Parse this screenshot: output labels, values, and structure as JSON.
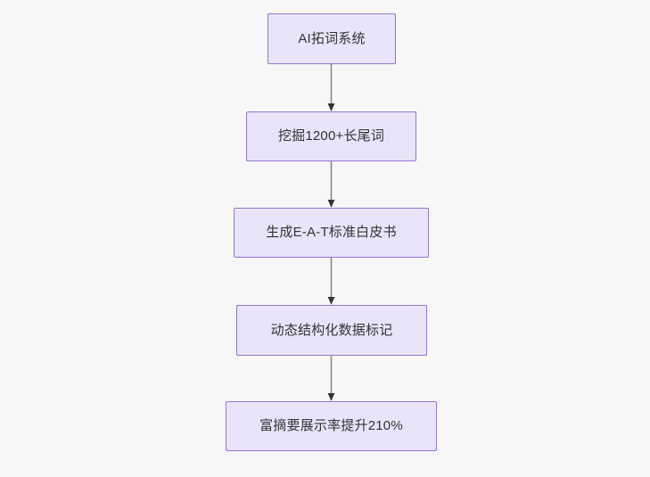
{
  "diagram": {
    "type": "flowchart",
    "direction": "top-to-bottom",
    "background_color": "#f7f7f7",
    "node_fill_color": "#e9e4fa",
    "node_border_color": "#9673d4",
    "node_text_color": "#333333",
    "edge_line_color": "#888888",
    "edge_arrow_color": "#333333",
    "nodes": [
      {
        "id": "n0",
        "label": "AI拓词系统"
      },
      {
        "id": "n1",
        "label": "挖掘1200+长尾词"
      },
      {
        "id": "n2",
        "label": "生成E-A-T标准白皮书"
      },
      {
        "id": "n3",
        "label": "动态结构化数据标记"
      },
      {
        "id": "n4",
        "label": "富摘要展示率提升210%"
      }
    ],
    "edges": [
      {
        "from": "n0",
        "to": "n1",
        "label": ""
      },
      {
        "from": "n1",
        "to": "n2",
        "label": ""
      },
      {
        "from": "n2",
        "to": "n3",
        "label": ""
      },
      {
        "from": "n3",
        "to": "n4",
        "label": ""
      }
    ]
  }
}
